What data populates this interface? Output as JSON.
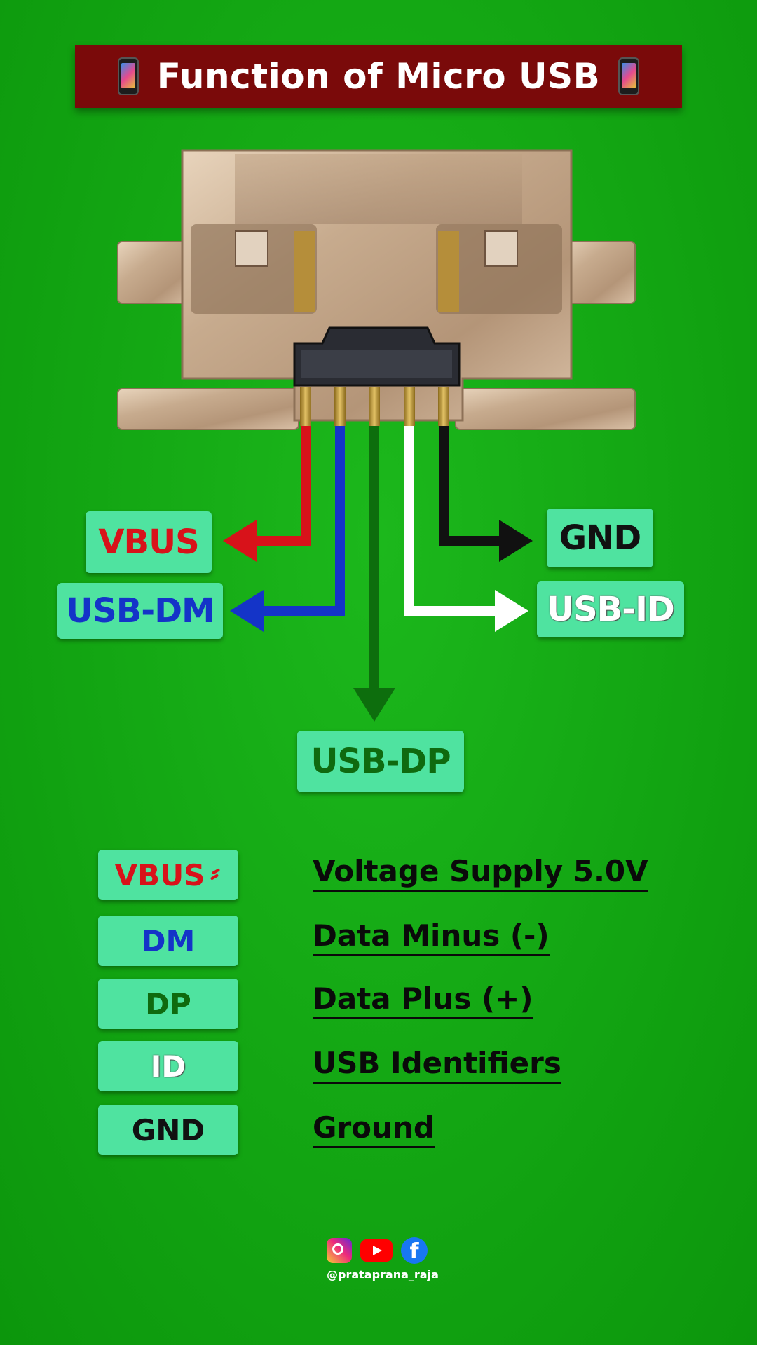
{
  "title": "Function of Micro USB",
  "pins": {
    "vbus": "VBUS",
    "usb_dm": "USB-DM",
    "usb_dp": "USB-DP",
    "usb_id": "USB-ID",
    "gnd": "GND"
  },
  "legend": [
    {
      "code": "VBUS",
      "desc": "Voltage Supply 5.0V",
      "color": "#d8121a"
    },
    {
      "code": "DM",
      "desc": "Data Minus (-)",
      "color": "#1434c8"
    },
    {
      "code": "DP",
      "desc": "Data Plus (+)",
      "color": "#0f6a0f"
    },
    {
      "code": "ID",
      "desc": "USB Identifiers",
      "color": "#ffffff"
    },
    {
      "code": "GND",
      "desc": "Ground",
      "color": "#111111"
    }
  ],
  "colors": {
    "background": "#12a812",
    "title_bar": "#7a0a0a",
    "label_box": "#4fe3a0",
    "wire_vbus": "#d8121a",
    "wire_dm": "#1434c8",
    "wire_dp": "#0d6e0d",
    "wire_id": "#ffffff",
    "wire_gnd": "#111111"
  },
  "social": {
    "icons": [
      "instagram-icon",
      "youtube-icon",
      "facebook-icon"
    ],
    "handle": "@prataprana_raja"
  }
}
